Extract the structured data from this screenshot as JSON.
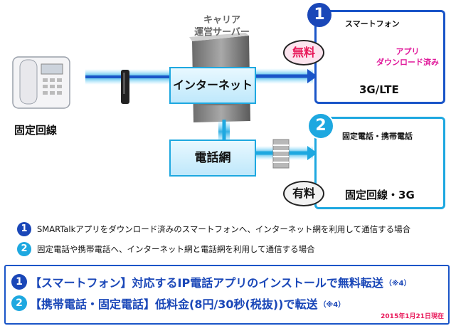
{
  "diagram": {
    "landline_label": "固定回線",
    "carrier_server_label_line1": "キャリア",
    "carrier_server_label_line2": "運営サーバー",
    "internet_label": "インターネット",
    "phone_network_label": "電話網",
    "free_badge": "無料",
    "paid_badge": "有料",
    "panel1": {
      "number": "1",
      "title": "スマートフォン",
      "app_note_line1": "アプリ",
      "app_note_line2": "ダウンロード済み",
      "network": "3G/LTE"
    },
    "panel2": {
      "number": "2",
      "title": "固定電話・携帯電話",
      "network": "固定回線・3G"
    }
  },
  "legend": [
    {
      "number": "1",
      "text": "SMARTalkアプリをダウンロード済みのスマートフォンへ、インターネット網を利用して通信する場合"
    },
    {
      "number": "2",
      "text": "固定電話や携帯電話へ、インターネット網と電話網を利用して通信する場合"
    }
  ],
  "summary": {
    "row1": {
      "number": "1",
      "text": "【スマートフォン】対応するIP電話アプリのインストールで無料転送",
      "note": "（※4）"
    },
    "row2": {
      "number": "2",
      "text": "【携帯電話・固定電話】低料金(8円/30秒(税抜))で転送",
      "note": "（※4）"
    },
    "date": "2015年1月21日現在"
  },
  "colors": {
    "primary_blue": "#1a55c8",
    "light_blue": "#1ea8e0",
    "red": "#e8195a",
    "magenta": "#e0189a"
  }
}
